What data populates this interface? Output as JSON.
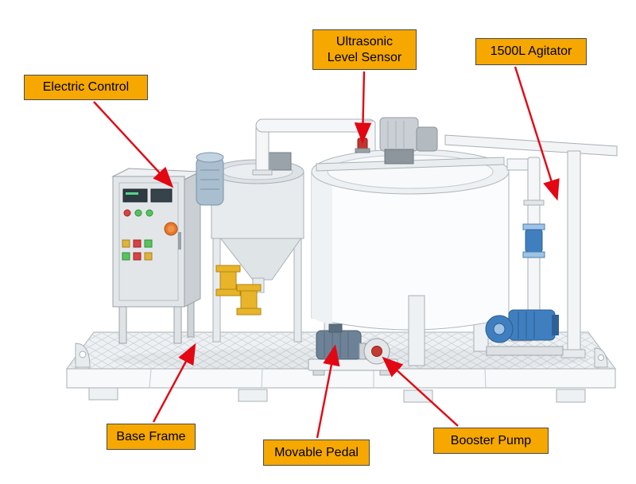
{
  "labels": {
    "electric_control": "Electric Control",
    "ultrasonic_level_sensor": "Ultrasonic\nLevel Sensor",
    "agitator_1500l": "1500L Agitator",
    "base_frame": "Base Frame",
    "movable_pedal": "Movable Pedal",
    "booster_pump": "Booster Pump"
  },
  "colors": {
    "label_background": "#F6A800",
    "label_border": "#4a4a4a",
    "arrow": "#E30613",
    "pump_blue": "#3F7FC0",
    "valve_yellow": "#E8B429",
    "machine_light": "#F4F6F8",
    "machine_gray": "#C9CFD3"
  }
}
